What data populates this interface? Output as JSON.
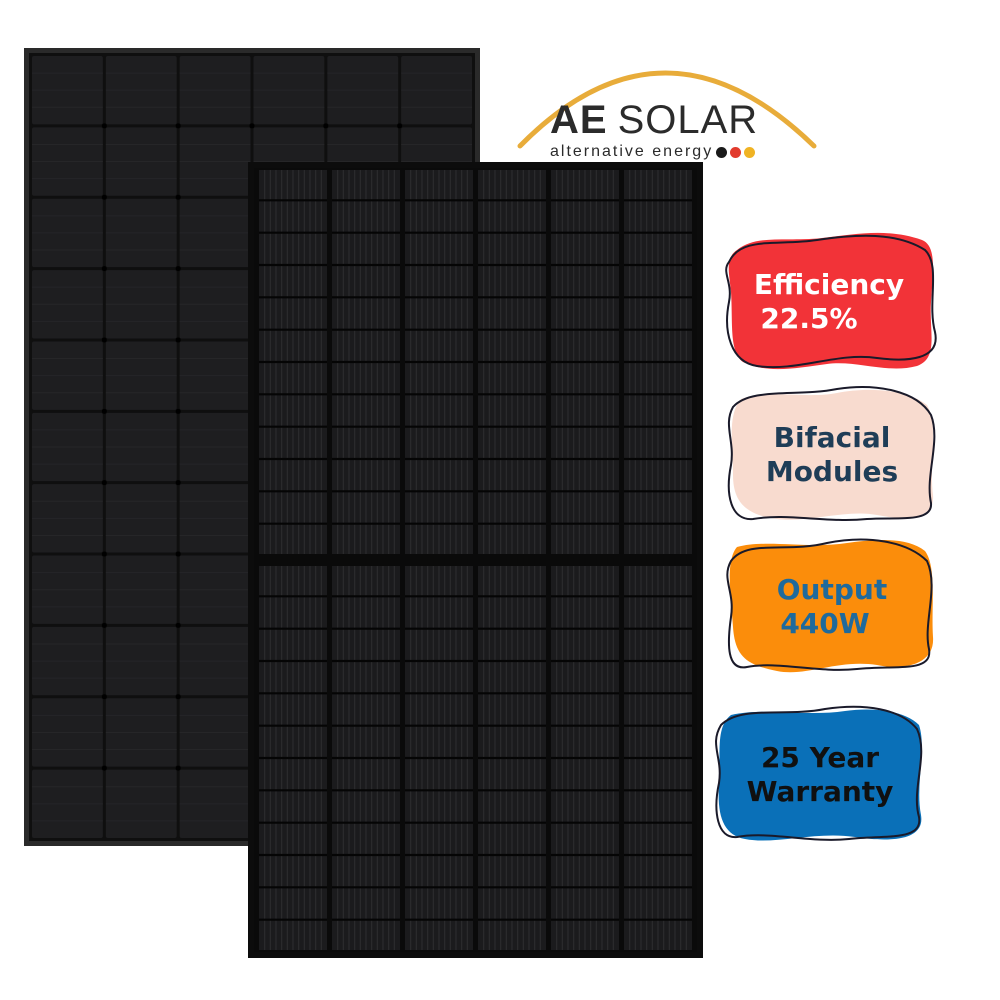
{
  "brand": {
    "name_bold": "AE",
    "name_regular": "SOLAR",
    "tagline": "alternative energy",
    "arc_color": "#e8ac3a",
    "dot_colors": [
      "#1a1a1a",
      "#e23b2d",
      "#f0b323"
    ]
  },
  "badges": {
    "efficiency": {
      "line_1": "Efficiency",
      "line_2": "22.5%",
      "fill_color": "#f23338",
      "text_color": "#ffffff"
    },
    "bifacial": {
      "line_1": "Bifacial",
      "line_2": "Modules",
      "fill_color": "#f8dbcf",
      "text_color": "#1f3d57"
    },
    "output": {
      "line_1": "Output",
      "line_2": "440W",
      "fill_color": "#fb8d0b",
      "text_color": "#1f6a9c"
    },
    "warranty": {
      "line_1": "25 Year",
      "line_2": "Warranty",
      "fill_color": "#0a70b8",
      "text_color": "#101010"
    }
  },
  "panels": {
    "back_panel_icon": "monocrystalline-solar-panel",
    "front_panel_icon": "half-cut-cell-solar-panel"
  }
}
